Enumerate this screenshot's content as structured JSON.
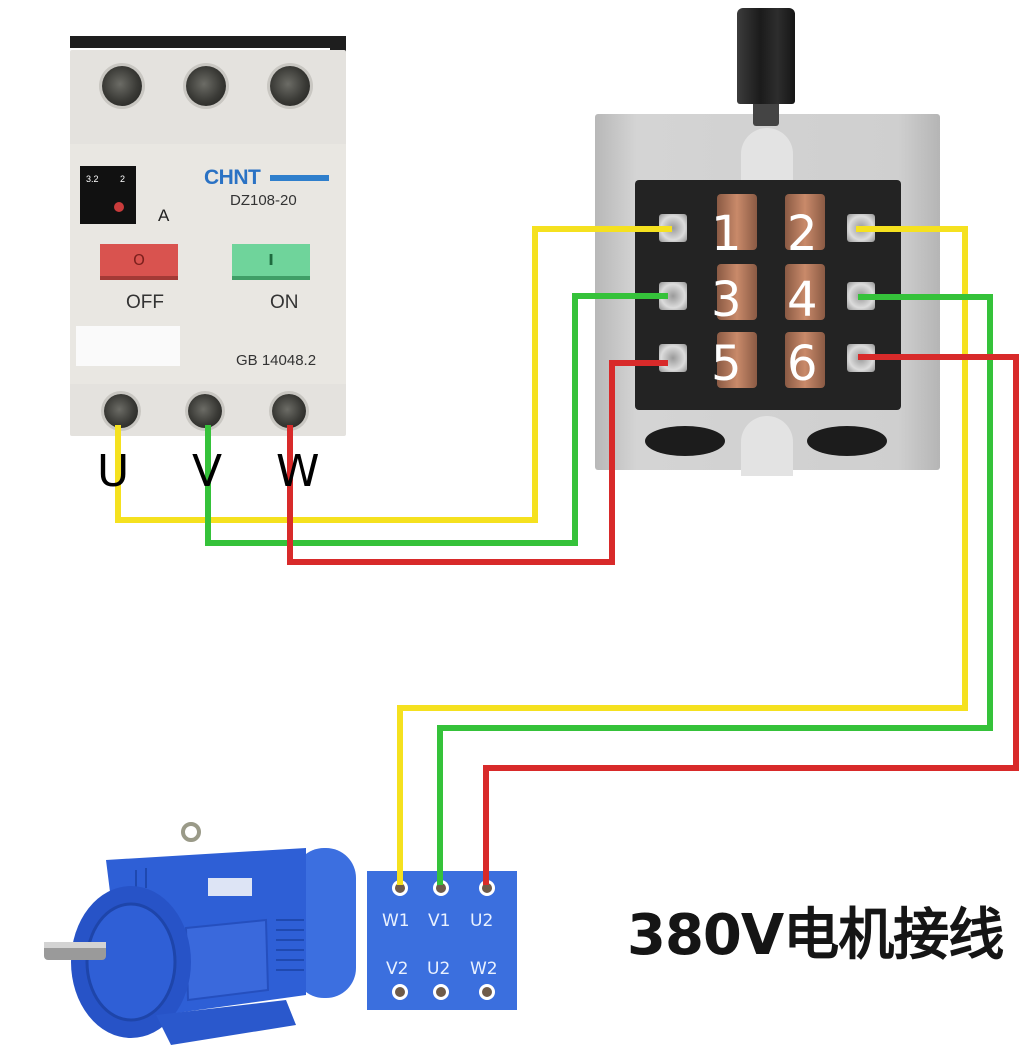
{
  "title": "380V电机接线",
  "breaker": {
    "brand": "CHNT",
    "model": "DZ108-20",
    "dial_values": [
      "3.2",
      "2"
    ],
    "unit": "A",
    "off_button_symbol": "O",
    "on_button_symbol": "I",
    "off_label": "OFF",
    "on_label": "ON",
    "standard": "GB 14048.2",
    "terminals": [
      "U",
      "V",
      "W"
    ]
  },
  "switch": {
    "terminal_numbers": [
      "1",
      "2",
      "3",
      "4",
      "5",
      "6"
    ]
  },
  "terminal_block": {
    "top_row": [
      "W1",
      "V1",
      "U2"
    ],
    "bottom_row": [
      "V2",
      "U2",
      "W2"
    ],
    "color": "#3b6fde"
  },
  "wires": [
    {
      "name": "yellow",
      "color": "#f5e11f",
      "from": "U",
      "via": [
        "1",
        "2"
      ],
      "to": "W1"
    },
    {
      "name": "green",
      "color": "#35c23a",
      "from": "V",
      "via": [
        "3",
        "4"
      ],
      "to": "V1"
    },
    {
      "name": "red",
      "color": "#d82a2a",
      "from": "W",
      "via": [
        "5",
        "6"
      ],
      "to": "U2"
    }
  ],
  "motor": {
    "color": "#2f5fd8",
    "label": "three-phase-motor"
  }
}
